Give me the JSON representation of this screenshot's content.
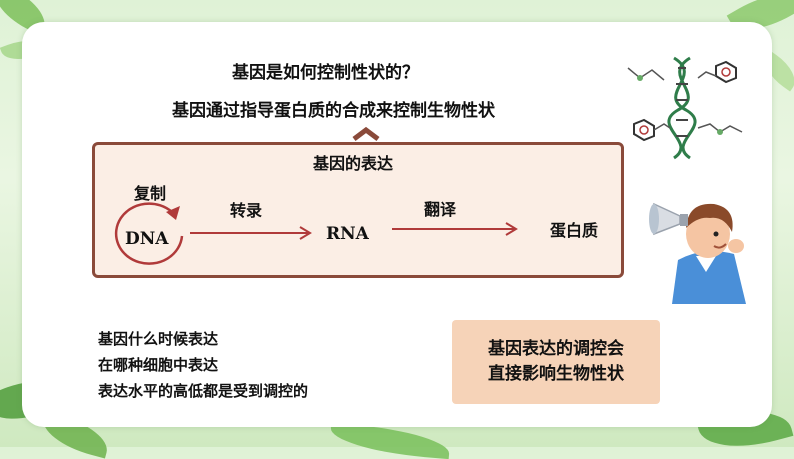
{
  "question": "基因是如何控制性状的？",
  "subtitle": "基因通过指导蛋白质的合成来控制生物性状",
  "process": {
    "title": "基因的表达",
    "replication_label": "复制",
    "dna_label": "DNA",
    "transcription_label": "转录",
    "rna_label": "RNA",
    "translation_label": "翻译",
    "protein_label": "蛋白质"
  },
  "notes": [
    "基因什么时候表达",
    "在哪种细胞中表达",
    "表达水平的高低都是受到调控的"
  ],
  "conclusion": {
    "line1": "基因表达的调控会",
    "line2": "直接影响生物性状"
  },
  "colors": {
    "box_border": "#8a4a3a",
    "box_fill": "#fbeee5",
    "arrow": "#b03a3a",
    "conclusion_fill": "#f6d3b8"
  }
}
